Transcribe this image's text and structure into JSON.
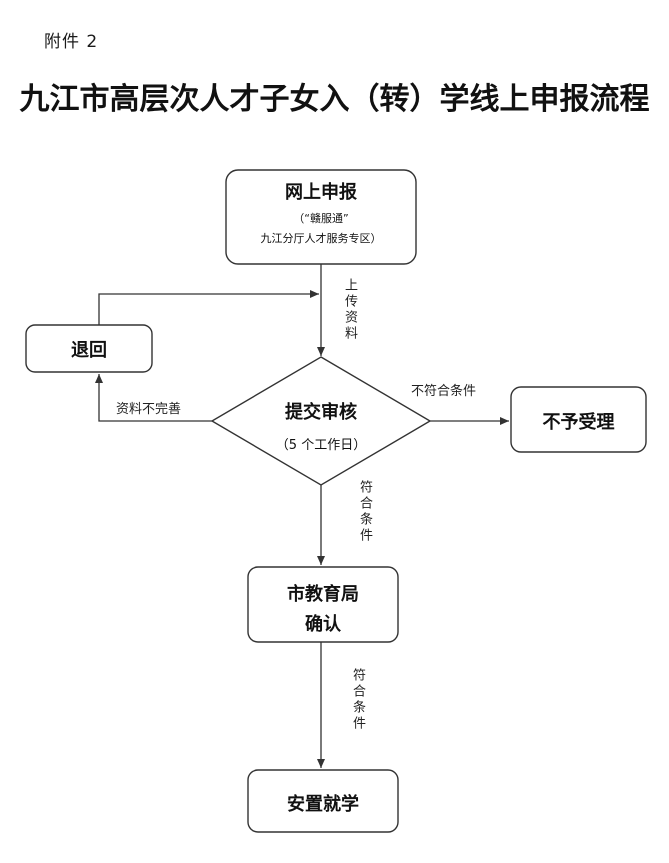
{
  "attachment_label": "附件 2",
  "title": "九江市高层次人才子女入（转）学线上申报流程",
  "nodes": {
    "online_apply": {
      "title": "网上申报",
      "line1": "（“赣服通”",
      "line2": "九江分厅人才服务专区）"
    },
    "returned": {
      "label": "退回"
    },
    "review": {
      "title": "提交审核",
      "subtitle": "（5 个工作日）"
    },
    "rejected": {
      "label": "不予受理"
    },
    "edu_bureau": {
      "line1": "市教育局",
      "line2": "确认"
    },
    "placement": {
      "label": "安置就学"
    }
  },
  "edges": {
    "upload": "上传资料",
    "incomplete": "资料不完善",
    "not_eligible": "不符合条件",
    "eligible_1": "符合条件",
    "eligible_2": "符合条件"
  }
}
